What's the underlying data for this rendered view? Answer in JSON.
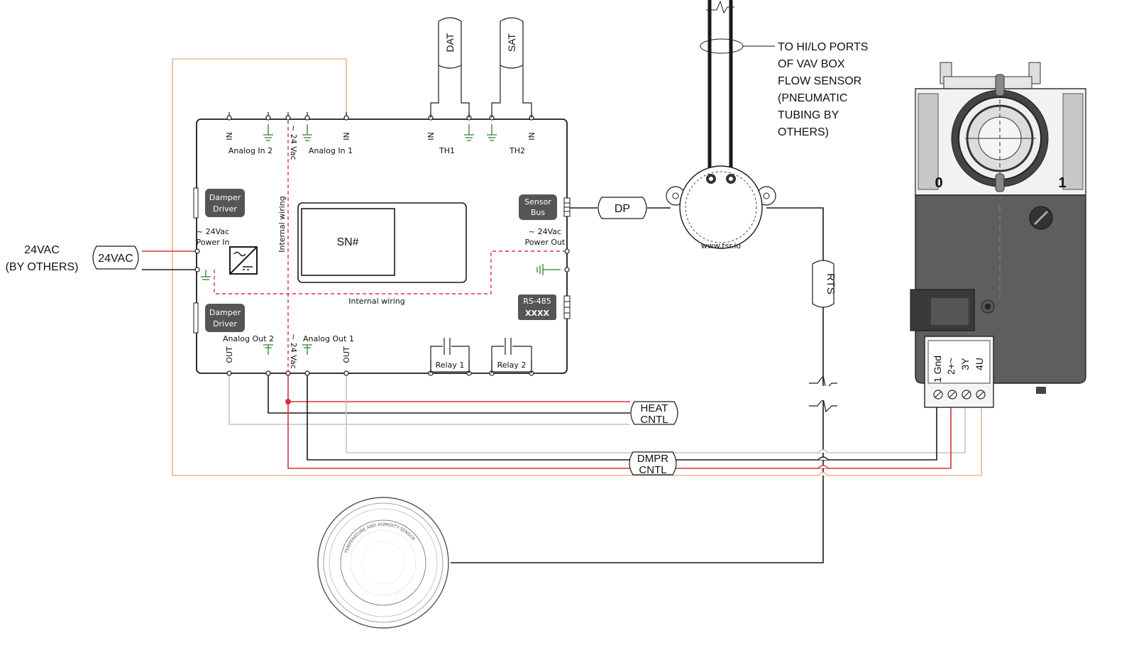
{
  "colors": {
    "wire_black": "#1a1a1a",
    "wire_red": "#d8323c",
    "wire_grey": "#c4c4c4",
    "wire_tan": "#e8b896",
    "badge_dark": "#555555",
    "actuator_body": "#5e5e5e"
  },
  "labels": {
    "supply_left": "24VAC",
    "supply_left_sub": "(BY OTHERS)",
    "supply_tag": "24VAC",
    "dat": "DAT",
    "sat": "SAT",
    "tube_note": [
      "TO HI/LO PORTS",
      "OF VAV BOX",
      "FLOW SENSOR",
      "(PNEUMATIC",
      "TUBING BY",
      "OTHERS)"
    ],
    "dp": "DP",
    "rts": "RTS",
    "heat_cntl": [
      "HEAT",
      "CNTL"
    ],
    "dmpr_cntl": [
      "DMPR",
      "CNTL"
    ],
    "sn": "SN#",
    "internal_wiring_h": "Internal wiring",
    "internal_wiring_v": "Internal wiring"
  },
  "controller": {
    "top_in": "IN",
    "analog_in_2": "Analog In 2",
    "analog_in_1": "Analog In 1",
    "vac_top": "~ 24 Vac",
    "th1": "TH1",
    "th2": "TH2",
    "damper_driver_top": [
      "Damper",
      "Driver"
    ],
    "damper_driver_bottom": [
      "Damper",
      "Driver"
    ],
    "power_in": [
      "~ 24Vac",
      "Power In"
    ],
    "sensor_bus": [
      "Sensor",
      "Bus"
    ],
    "power_out": [
      "~ 24Vac",
      "Power Out"
    ],
    "rs485": "RS-485",
    "rs485_glyph": "XXXX",
    "analog_out_2": "Analog Out 2",
    "analog_out_1": "Analog Out 1",
    "vac_bottom": "~ 24 Vac",
    "out": "OUT",
    "relay_1": "Relay 1",
    "relay_2": "Relay 2"
  },
  "actuator": {
    "scale_0": "0",
    "scale_1": "1",
    "terminals": [
      "1 Gnd",
      "2+~",
      "3Y",
      "4U"
    ]
  },
  "sensor": {
    "ring_text": "TEMPERATURE AND HUMIDITY SENSOR"
  },
  "dp_sensor": {
    "brand": "www.tsr.io"
  }
}
